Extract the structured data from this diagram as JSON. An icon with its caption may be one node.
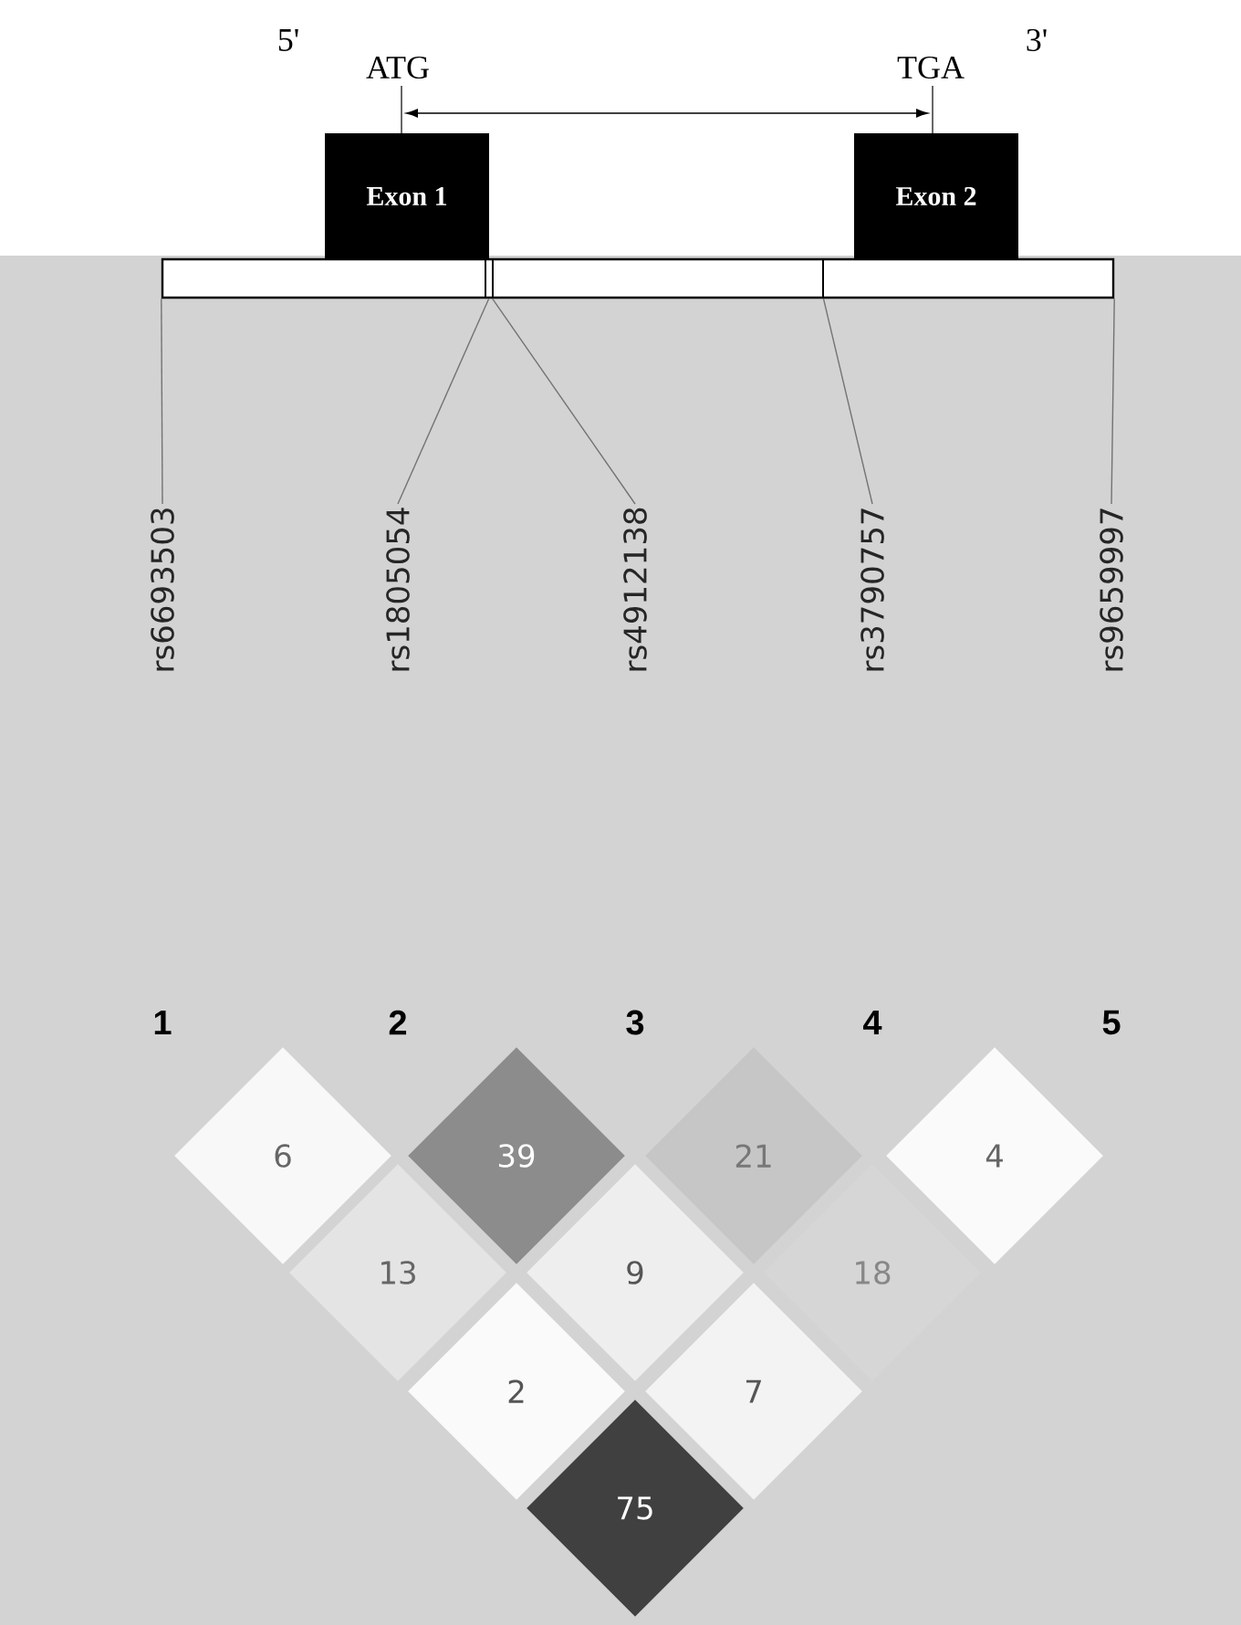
{
  "diagram": {
    "nodes": [
      {
        "text": [
          "Exon 1"
        ]
      },
      {
        "text": [
          "Exon 2"
        ]
      },
      {
        "text": [],
        "shape": "bar"
      },
      {
        "text": [
          "rs6693503"
        ]
      },
      {
        "text": [
          "rs1805054"
        ]
      },
      {
        "text": [
          "rs4912138"
        ]
      },
      {
        "text": [
          "rs3790757"
        ]
      },
      {
        "text": [
          "rs9659997"
        ]
      },
      {
        "text": [
          "6"
        ]
      },
      {
        "text": [
          "39"
        ]
      },
      {
        "text": [
          "21"
        ]
      },
      {
        "text": [
          "4"
        ]
      },
      {
        "text": [
          "13"
        ]
      },
      {
        "text": [
          "9"
        ]
      },
      {
        "text": [
          "18"
        ]
      },
      {
        "text": [
          "2"
        ]
      },
      {
        "text": [
          "7"
        ]
      },
      {
        "text": [
          "75"
        ]
      }
    ],
    "edges": [
      {
        "from": 3,
        "to": 2,
        "arrow": "none"
      },
      {
        "from": 4,
        "to": 2,
        "arrow": "none"
      },
      {
        "from": 5,
        "to": 2,
        "arrow": "none"
      },
      {
        "from": 6,
        "to": 2,
        "arrow": "none"
      },
      {
        "from": 7,
        "to": 2,
        "arrow": "none"
      }
    ],
    "labels": [
      "5'",
      "ATG",
      "TGA",
      "3'",
      "1",
      "2",
      "3",
      "4",
      "5"
    ]
  }
}
